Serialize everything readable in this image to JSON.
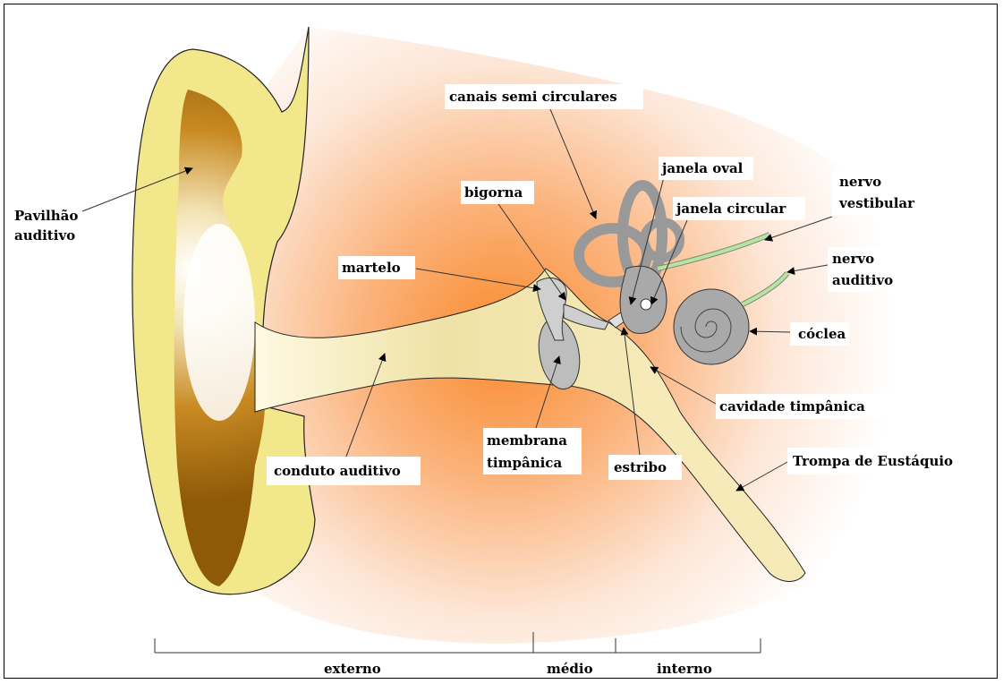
{
  "labels": {
    "pavilhao_1": "Pavilhão",
    "pavilhao_2": "auditivo",
    "canais": "canais semi circulares",
    "janela_oval": "janela oval",
    "nervo_vest_1": "nervo",
    "nervo_vest_2": "vestibular",
    "bigorna": "bigorna",
    "janela_circular": "janela circular",
    "martelo": "martelo",
    "nervo_aud_1": "nervo",
    "nervo_aud_2": "auditivo",
    "coclea": "cóclea",
    "cavidade": "cavidade timpânica",
    "membrana_1": "membrana",
    "membrana_2": "timpânica",
    "conduto": "conduto auditivo",
    "estribo": "estribo",
    "trompa": "Trompa de Eustáquio"
  },
  "sections": {
    "externo": "externo",
    "medio": "médio",
    "interno": "interno"
  },
  "colors": {
    "pinna_outer": "#f4e98a",
    "pinna_inner": "#a9700f",
    "tissue": "#f7a35c",
    "inner_ear": "#a8a8a8",
    "nerve": "#b7e3a5"
  }
}
